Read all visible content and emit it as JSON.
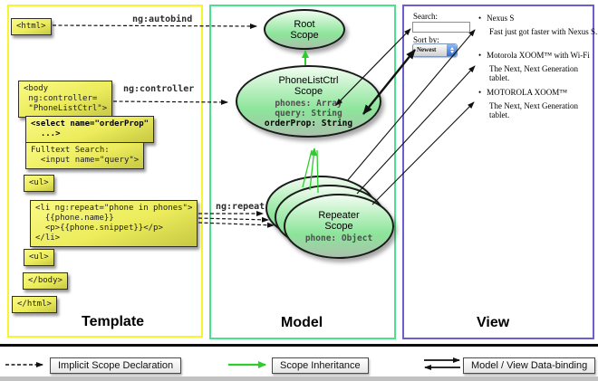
{
  "colors": {
    "template_border": "#f6f62c",
    "model_border": "#4be08d",
    "view_border": "#6d5ecf",
    "box_yellow": "#ecec5c",
    "scope_green": "#8ce59a",
    "arrow_green": "#2ecc2e"
  },
  "columns": {
    "template": "Template",
    "model": "Model",
    "view": "View"
  },
  "labels": {
    "autobind": "ng:autobind",
    "controller": "ng:controller",
    "repeat": "ng:repeat"
  },
  "template_code": {
    "html_open": "<html>",
    "body_open": "<body\n ng:controller=\n \"PhoneListCtrl\">",
    "select": "<select name=\"orderProp\"\n  ...>",
    "fulltext": "Fulltext Search:\n  <input name=\"query\">",
    "ul_open": "<ul>",
    "li_repeat": "<li ng:repeat=\"phone in phones\">\n  {{phone.name}}\n  <p>{{phone.snippet}}</p>\n</li>",
    "ul_close": "<ul>",
    "body_close": "</body>",
    "html_close": "</html>"
  },
  "scopes": {
    "root": {
      "title": "Root\nScope"
    },
    "phonelistctrl": {
      "title": "PhoneListCtrl\nScope",
      "props_gray": "phones: Array\nquery: String",
      "prop_bold": "orderProp: String"
    },
    "repeater": {
      "title": "Repeater\nScope",
      "prop": "phone: Object"
    }
  },
  "view": {
    "search_label": "Search:",
    "sort_label": "Sort by:",
    "sort_value": "Newest",
    "items": [
      {
        "title": "Nexus S",
        "desc": "Fast just got faster with Nexus S."
      },
      {
        "title": "Motorola XOOM™ with Wi-Fi",
        "desc": "The Next, Next Generation tablet."
      },
      {
        "title": "MOTOROLA XOOM™",
        "desc": "The Next, Next Generation tablet."
      }
    ]
  },
  "legend": [
    {
      "label": "Implicit Scope Declaration"
    },
    {
      "label": "Scope Inheritance"
    },
    {
      "label": "Model / View Data-binding"
    }
  ]
}
